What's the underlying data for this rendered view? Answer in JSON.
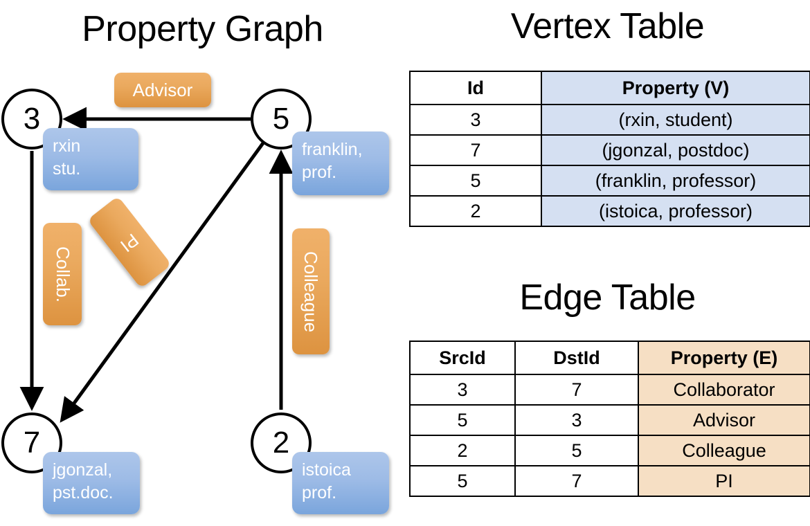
{
  "titles": {
    "property_graph": "Property Graph",
    "vertex_table": "Vertex Table",
    "edge_table": "Edge Table"
  },
  "graph": {
    "nodes": [
      {
        "id": "3",
        "property_label": "rxin\nstu."
      },
      {
        "id": "5",
        "property_label": "franklin,\nprof."
      },
      {
        "id": "7",
        "property_label": "jgonzal,\npst.doc."
      },
      {
        "id": "2",
        "property_label": "istoica\nprof."
      }
    ],
    "node_ids": {
      "n3": "3",
      "n5": "5",
      "n7": "7",
      "n2": "2"
    },
    "vertex_boxes": {
      "rxin_line1": "rxin",
      "rxin_line2": "stu.",
      "franklin_line1": "franklin,",
      "franklin_line2": "prof.",
      "jgonzal_line1": "jgonzal,",
      "jgonzal_line2": "pst.doc.",
      "istoica_line1": "istoica",
      "istoica_line2": "prof."
    },
    "edge_labels": {
      "advisor": "Advisor",
      "collab": "Collab.",
      "pi": "PI",
      "colleague": "Colleague"
    },
    "edges": [
      {
        "from": "5",
        "to": "3",
        "label": "Advisor"
      },
      {
        "from": "3",
        "to": "7",
        "label": "Collab."
      },
      {
        "from": "5",
        "to": "7",
        "label": "PI"
      },
      {
        "from": "2",
        "to": "5",
        "label": "Colleague"
      }
    ]
  },
  "vertex_table": {
    "headers": [
      "Id",
      "Property (V)"
    ],
    "rows": [
      {
        "id": "3",
        "property": "(rxin, student)"
      },
      {
        "id": "7",
        "property": "(jgonzal, postdoc)"
      },
      {
        "id": "5",
        "property": "(franklin, professor)"
      },
      {
        "id": "2",
        "property": "(istoica, professor)"
      }
    ]
  },
  "edge_table": {
    "headers": [
      "SrcId",
      "DstId",
      "Property (E)"
    ],
    "rows": [
      {
        "src": "3",
        "dst": "7",
        "property": "Collaborator"
      },
      {
        "src": "5",
        "dst": "3",
        "property": "Advisor"
      },
      {
        "src": "2",
        "dst": "5",
        "property": "Colleague"
      },
      {
        "src": "5",
        "dst": "7",
        "property": "PI"
      }
    ]
  },
  "colors": {
    "vertex_box": "#9dbbe6",
    "edge_box": "#eaa95e",
    "vertex_table_prop_bg": "#d5e0f2",
    "edge_table_prop_bg": "#f6dfc4",
    "stroke": "#000000",
    "background": "#ffffff"
  }
}
